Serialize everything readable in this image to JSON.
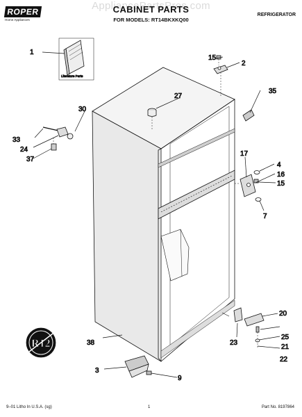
{
  "brand": {
    "logo_text": "ROPER",
    "tagline": "Home Appliances"
  },
  "watermark": "AppliancePartsPros.com",
  "header": {
    "title": "CABINET PARTS",
    "subtitle": "FOR MODELS: RT14BKXKQ00",
    "category": "REFRIGERATOR"
  },
  "diagram": {
    "literature_label": "Literature Parts",
    "callouts": [
      "1",
      "2",
      "3",
      "4",
      "7",
      "9",
      "15",
      "15",
      "16",
      "17",
      "20",
      "21",
      "22",
      "23",
      "24",
      "25",
      "27",
      "30",
      "33",
      "35",
      "37",
      "38"
    ],
    "badge_text": "R12"
  },
  "footer": {
    "print_info": "9–01 Litho In U.S.A. (sg)",
    "page_number": "1",
    "part_number": "Part No. 8197864"
  }
}
